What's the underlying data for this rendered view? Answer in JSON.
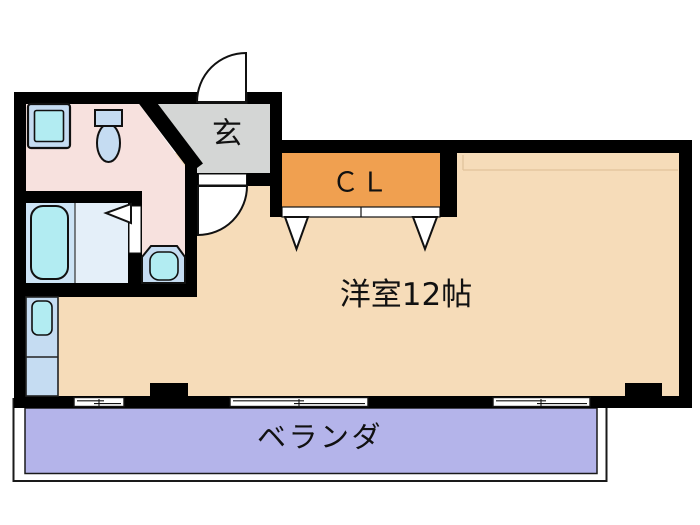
{
  "plan": {
    "type": "apartment-floor-plan",
    "rooms": {
      "entrance": {
        "label": "玄"
      },
      "closet": {
        "label": "ＣＬ"
      },
      "main_room": {
        "label": "洋室12帖"
      },
      "balcony": {
        "label": "ベランダ"
      }
    },
    "fixtures": [
      "washing-machine-pan",
      "toilet",
      "wash-basin",
      "bathtub",
      "kitchenette-sink",
      "entrance-door",
      "interior-door",
      "bathroom-door",
      "closet-folding-doors",
      "window",
      "window",
      "window"
    ]
  },
  "colors": {
    "background": "#ffffff",
    "wall": "#000000",
    "main_room": "#f6dcb9",
    "washroom": "#f7e1de",
    "entrance": "#d4d6d5",
    "closet": "#f0a050",
    "balcony": "#b4b4ea",
    "bath_left": "#cde4f6",
    "bath_right": "#e4eff9",
    "fixture_light": "#c5dcf2",
    "fixture_cyan": "#b2ecf2",
    "door": "#ffffff",
    "beam_line": "#dcbd95",
    "label_text": "#111111"
  }
}
